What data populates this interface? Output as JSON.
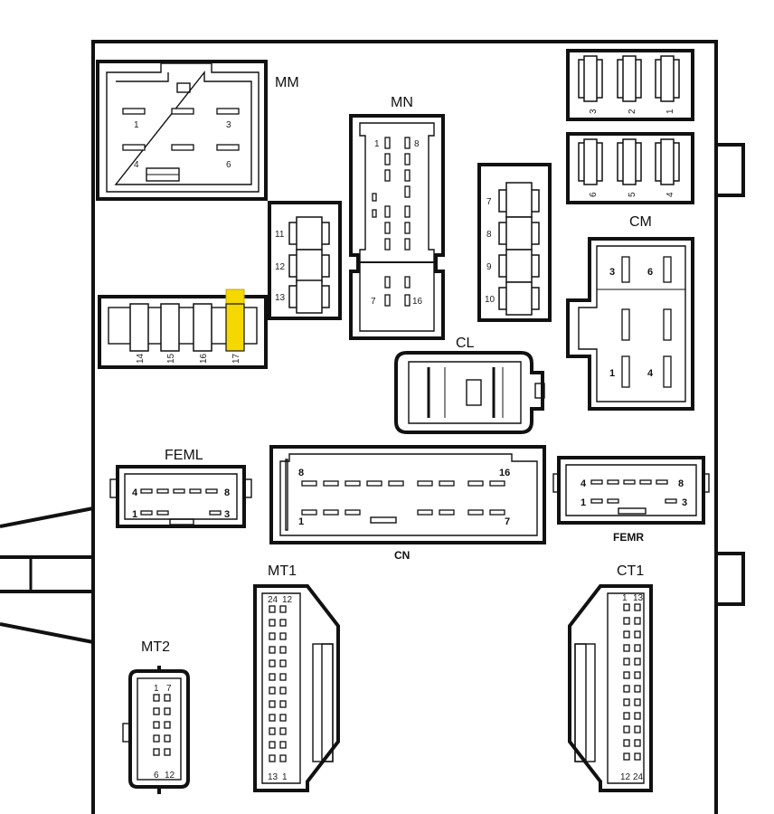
{
  "connectors": {
    "MM": {
      "name": "MM",
      "pins": [
        "1",
        "3",
        "4",
        "6"
      ]
    },
    "MN": {
      "name": "MN",
      "pins": [
        "1",
        "8",
        "7",
        "16"
      ]
    },
    "CM": {
      "name": "CM",
      "pins": [
        "3",
        "6",
        "1",
        "4"
      ]
    },
    "CL": {
      "name": "CL"
    },
    "FEML": {
      "name": "FEML",
      "pins": [
        "4",
        "8",
        "1",
        "3"
      ]
    },
    "CN": {
      "name": "CN",
      "pins": [
        "8",
        "16",
        "1",
        "7"
      ]
    },
    "FEMR": {
      "name": "FEMR",
      "pins": [
        "4",
        "8",
        "1",
        "3"
      ]
    },
    "MT1": {
      "name": "MT1",
      "pins": [
        "24",
        "12",
        "13",
        "1"
      ]
    },
    "MT2": {
      "name": "MT2",
      "pins": [
        "1",
        "7",
        "6",
        "12"
      ]
    },
    "CT1": {
      "name": "CT1",
      "pins": [
        "1",
        "13",
        "12",
        "24"
      ]
    }
  },
  "relays": {
    "left": [
      "11",
      "12",
      "13"
    ],
    "right": [
      "7",
      "8",
      "9",
      "10"
    ]
  },
  "fuses": {
    "top_row": [
      "3",
      "2",
      "1"
    ],
    "second_row": [
      "6",
      "5",
      "4"
    ],
    "left_block": [
      "14",
      "15",
      "16",
      "17"
    ],
    "highlighted": "17",
    "highlight_color": "#f5d800"
  }
}
